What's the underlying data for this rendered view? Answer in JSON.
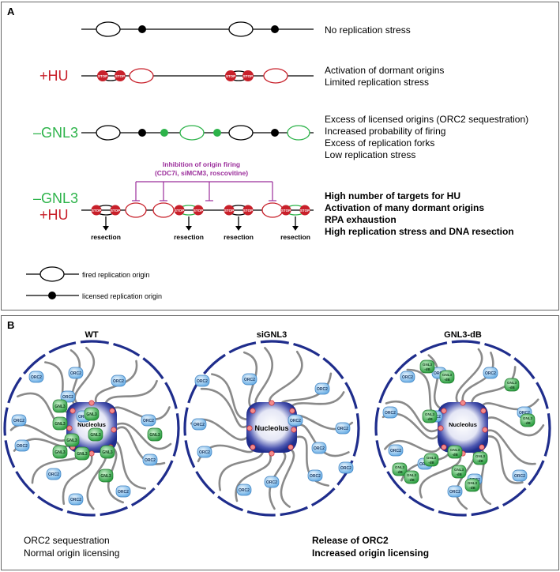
{
  "colors": {
    "red": "#c8202a",
    "green": "#2db34a",
    "purple": "#9b2d9b",
    "navy": "#1f2d8c",
    "orc2_blue": "#8ec3ec",
    "gnl3_green": "#39b54a",
    "chromatin_gray": "#8a8a8a"
  },
  "panelA": {
    "letter": "A",
    "rows": [
      {
        "label": "",
        "label2": "",
        "desc": [
          "No replication stress"
        ],
        "bold": false
      },
      {
        "label": "+HU",
        "label2": "",
        "desc": [
          "Activation of dormant origins",
          "Limited replication stress"
        ],
        "bold": false
      },
      {
        "label": "–GNL3",
        "label2": "",
        "desc": [
          "Excess of licensed origins (ORC2 sequestration)",
          "Increased probability of firing",
          "Excess of replication forks",
          "Low replication stress"
        ],
        "bold": false
      },
      {
        "label": "–GNL3",
        "label2": "+HU",
        "desc": [
          "High number of targets for HU",
          "Activation of many dormant origins",
          "RPA exhaustion",
          "High replication stress and DNA resection"
        ],
        "bold": true
      }
    ],
    "inhibition_line1": "Inhibition of origin firing",
    "inhibition_line2": "(CDC7i, siMCM3, roscovitine)",
    "stop_label": "STOP",
    "resection_label": "resection",
    "legend": {
      "fired": "fired replication origin",
      "licensed": "licensed replication origin"
    }
  },
  "panelB": {
    "letter": "B",
    "cells": [
      {
        "title": "WT",
        "nucleolus": "Nucleolus"
      },
      {
        "title": "siGNL3",
        "nucleolus": "Nucleolus"
      },
      {
        "title": "GNL3-dB",
        "nucleolus": "Nucleolus"
      }
    ],
    "orc2_label": "ORC2",
    "gnl3_label": "GNL3",
    "gnl3db_line1": "GNL3",
    "gnl3db_line2": "-dB",
    "caption_left": [
      "ORC2 sequestration",
      "Normal origin licensing"
    ],
    "caption_right": [
      "Release of ORC2",
      "Increased origin licensing"
    ]
  }
}
